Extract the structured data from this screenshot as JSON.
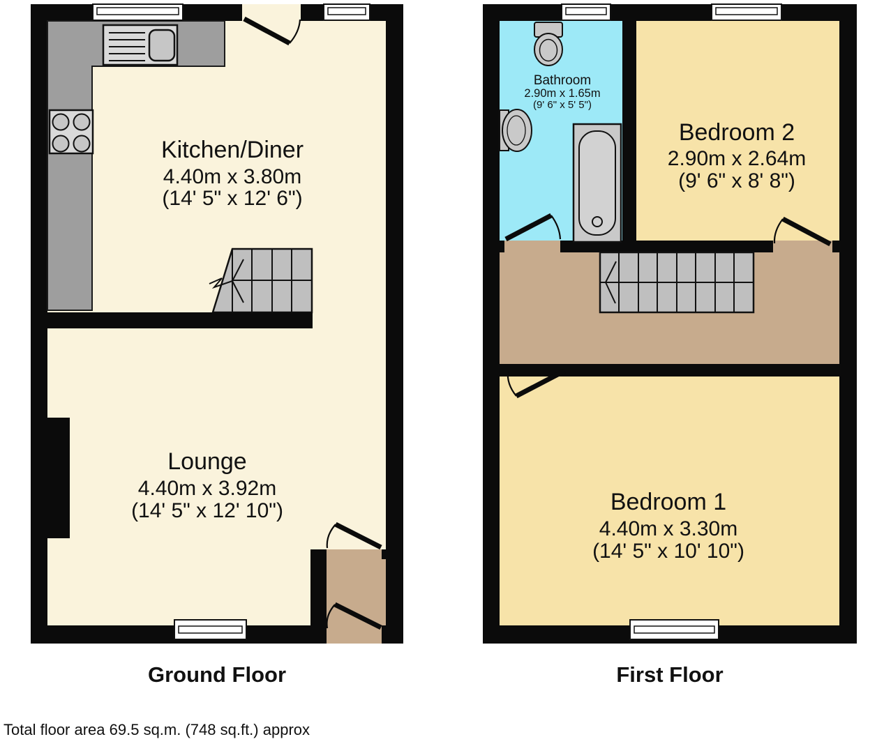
{
  "colors": {
    "wall": "#0b0b0b",
    "room_cream": "#faf3dc",
    "room_yellow": "#f7e3a9",
    "room_cyan": "#9de9f7",
    "landing_tan": "#c7ab8d",
    "counter_gray": "#9e9e9e",
    "fixture_gray": "#c9c9c9",
    "fixture_light": "#d9d9d9",
    "stairs_gray": "#bfbfbf",
    "background": "#ffffff"
  },
  "floors": [
    {
      "name": "Ground Floor",
      "rooms": [
        {
          "label": "Kitchen/Diner",
          "dim_metric": "4.40m x 3.80m",
          "dim_imperial": "(14' 5\" x 12' 6\")"
        },
        {
          "label": "Lounge",
          "dim_metric": "4.40m x 3.92m",
          "dim_imperial": "(14' 5\" x 12' 10\")"
        }
      ]
    },
    {
      "name": "First Floor",
      "rooms": [
        {
          "label": "Bathroom",
          "dim_metric": "2.90m x 1.65m",
          "dim_imperial": "(9' 6\" x 5' 5\")"
        },
        {
          "label": "Bedroom 2",
          "dim_metric": "2.90m x 2.64m",
          "dim_imperial": "(9' 6\" x 8' 8\")"
        },
        {
          "label": "Bedroom 1",
          "dim_metric": "4.40m x 3.30m",
          "dim_imperial": "(14' 5\" x 10' 10\")"
        }
      ]
    }
  ],
  "footer": {
    "total_area": "Total floor area 69.5 sq.m. (748 sq.ft.) approx"
  }
}
